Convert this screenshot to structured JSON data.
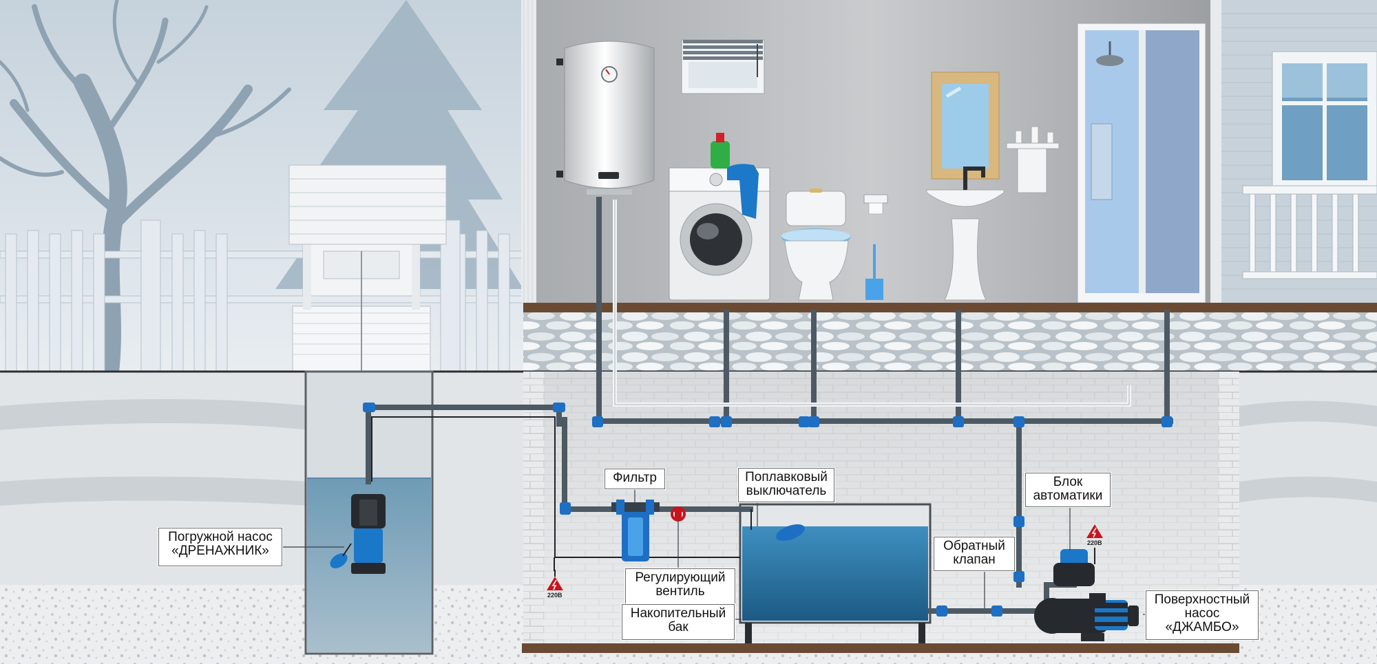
{
  "labels": {
    "filter": "Фильтр",
    "float_switch": "Поплавковый\nвыключатель",
    "automation_block": "Блок\nавтоматики",
    "submersible_pump": "Погружной насос\n«ДРЕНАЖНИК»",
    "regulating_valve": "Регулирующий\nвентиль",
    "check_valve": "Обратный\nклапан",
    "storage_tank": "Накопительный\nбак",
    "surface_pump": "Поверхностный\nнасос\n«ДЖАМБО»"
  },
  "voltage": {
    "left": "220В",
    "right": "220В"
  },
  "colors": {
    "pipe": "#4d5963",
    "fitting": "#1e6fc4",
    "water": "#2f7fb0",
    "water_light": "#6fb0d4",
    "pump_blue": "#1b78c8",
    "pump_dark": "#26292d",
    "warning_red": "#c8141e",
    "wall": "#9a9ea2",
    "floor": "#6b4a33"
  },
  "icons": [
    "lightning-warning-icon",
    "lightning-warning-icon"
  ]
}
